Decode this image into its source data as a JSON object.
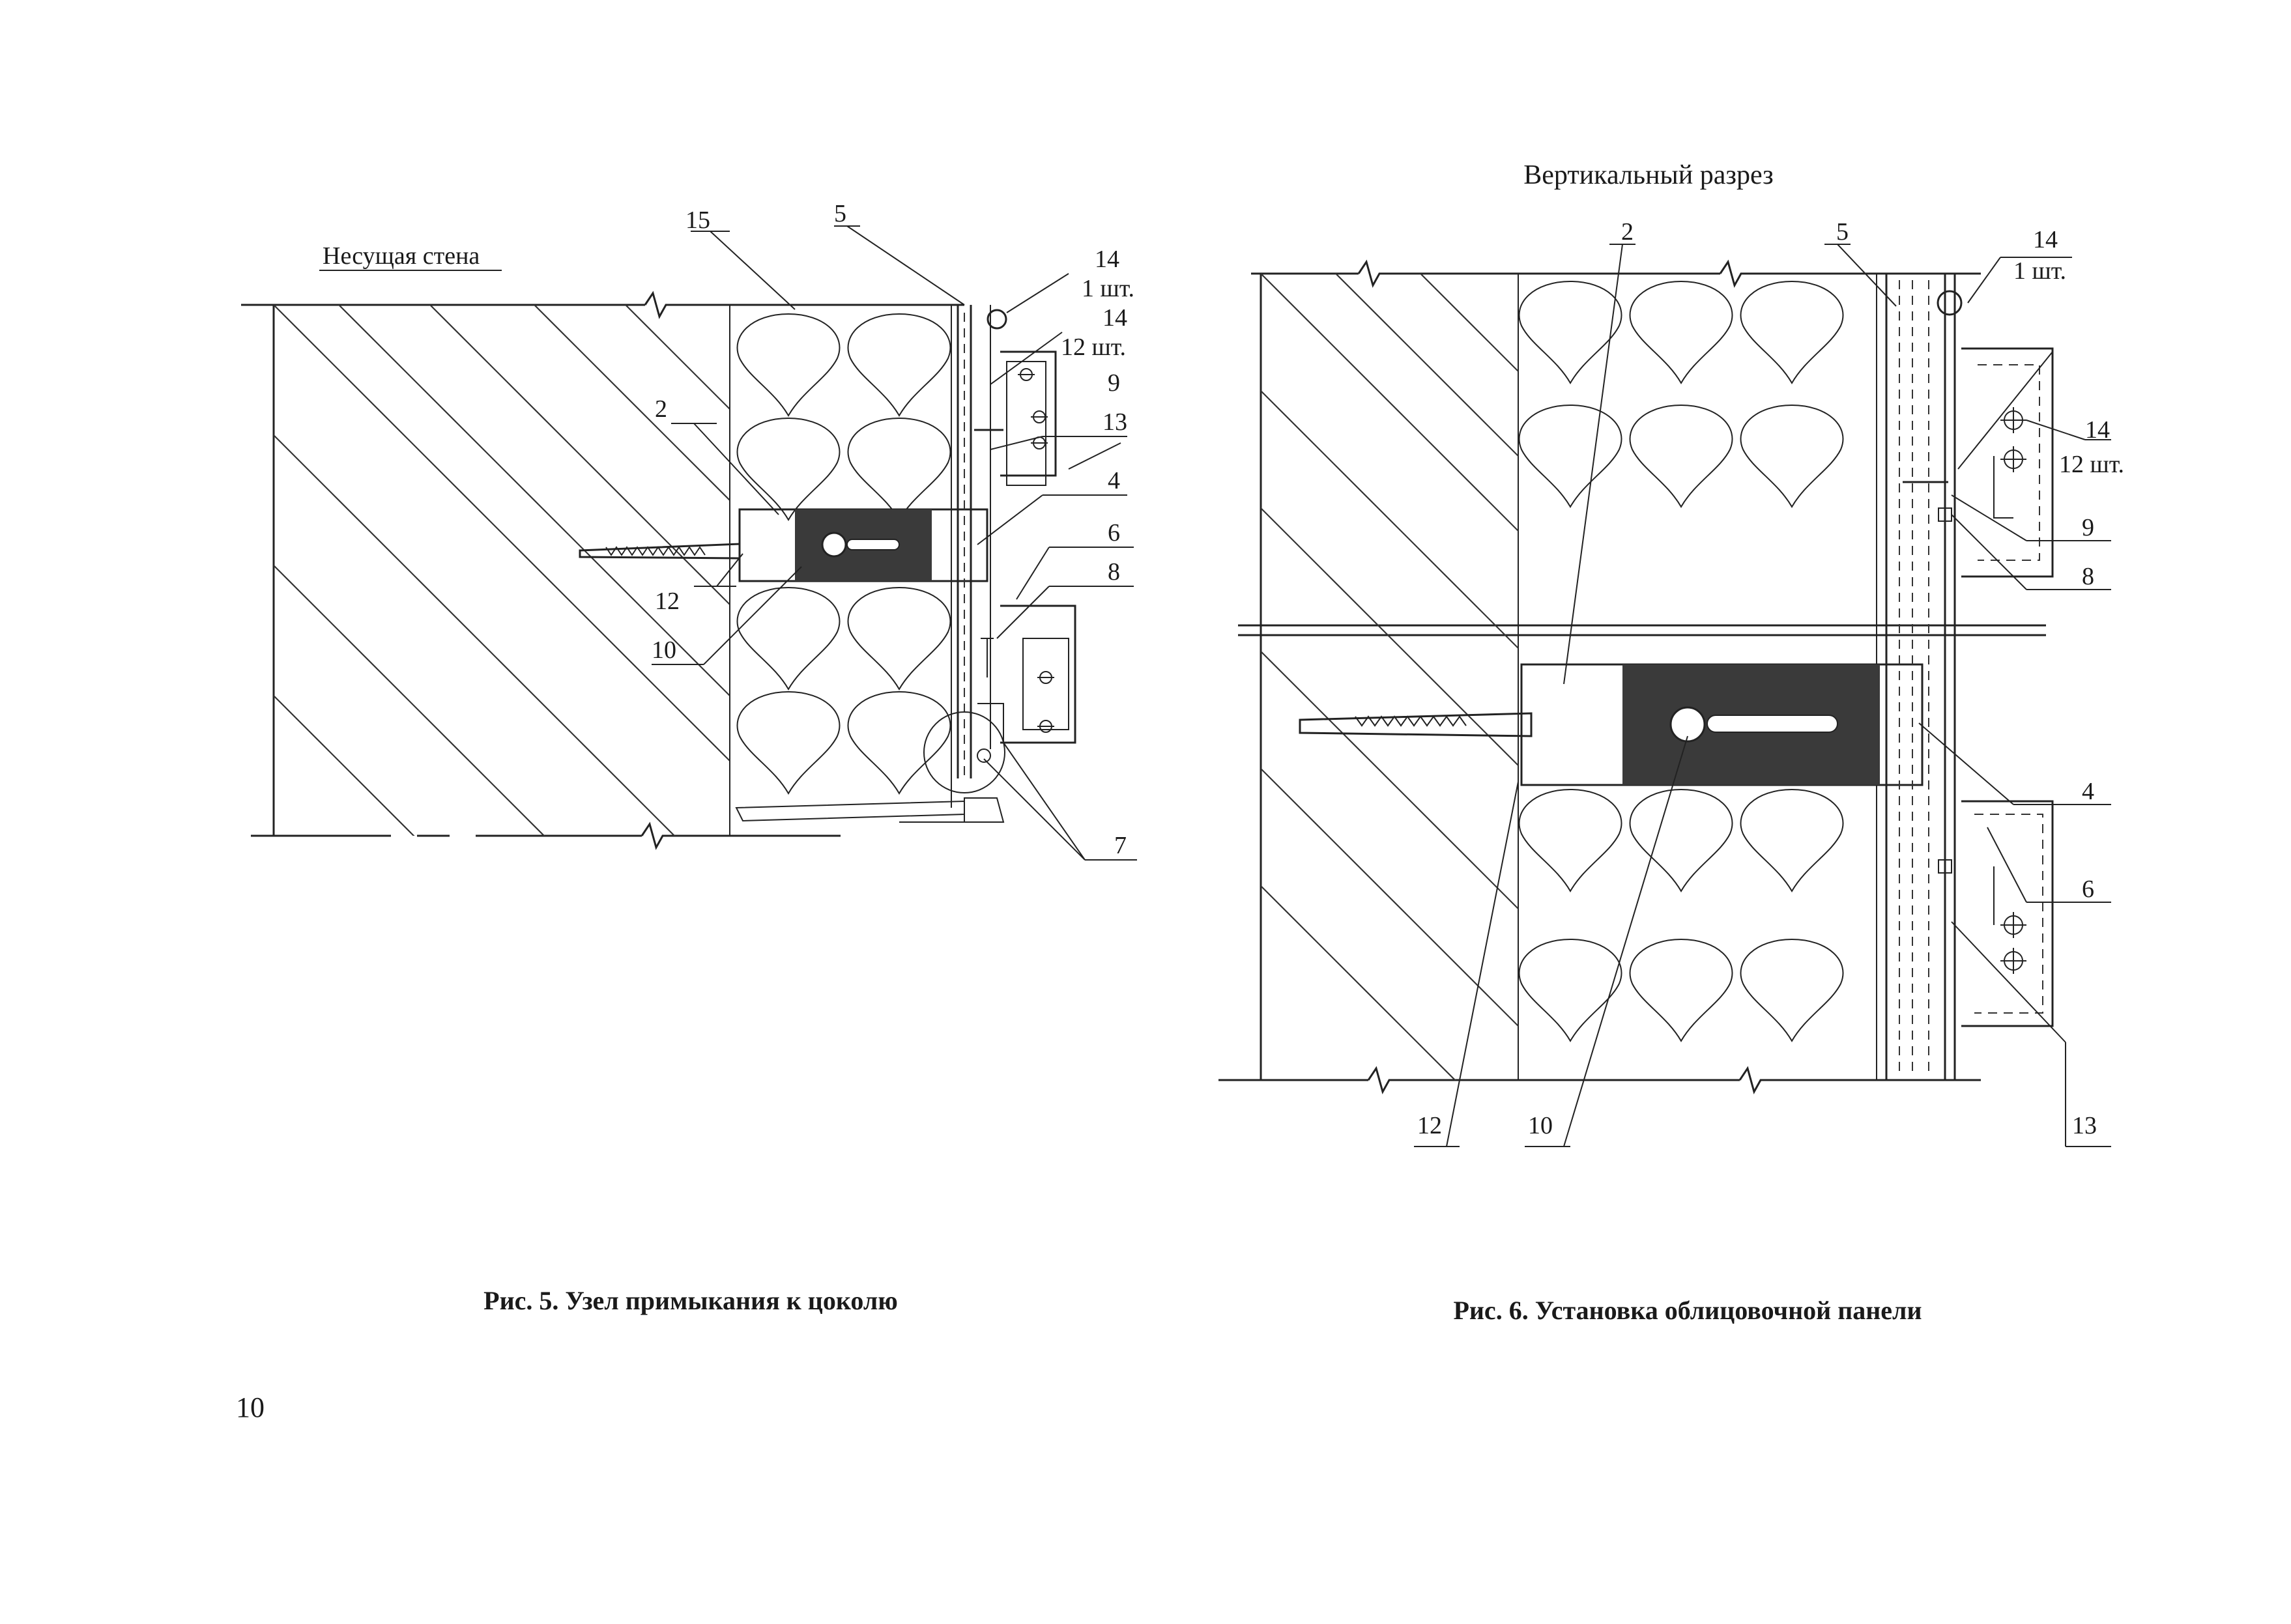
{
  "page": {
    "number": "10"
  },
  "figure5": {
    "wall_label": "Несущая стена",
    "caption": "Рис. 5. Узел примыкания к цоколю",
    "callouts": {
      "c15": "15",
      "c5": "5",
      "c14a": "14",
      "c14a_qty": "1 шт.",
      "c14b": "14",
      "c14b_qty": "12 шт.",
      "c9": "9",
      "c13": "13",
      "c2": "2",
      "c4": "4",
      "c6": "6",
      "c8": "8",
      "c12": "12",
      "c10": "10",
      "c7": "7"
    }
  },
  "figure6": {
    "title": "Вертикальный разрез",
    "caption": "Рис. 6. Установка облицовочной панели",
    "callouts": {
      "c2": "2",
      "c5": "5",
      "c14a": "14",
      "c14a_qty": "1 шт.",
      "c14b": "14",
      "c14b_qty": "12 шт.",
      "c9": "9",
      "c8": "8",
      "c4": "4",
      "c6": "6",
      "c12": "12",
      "c10": "10",
      "c13": "13"
    }
  }
}
